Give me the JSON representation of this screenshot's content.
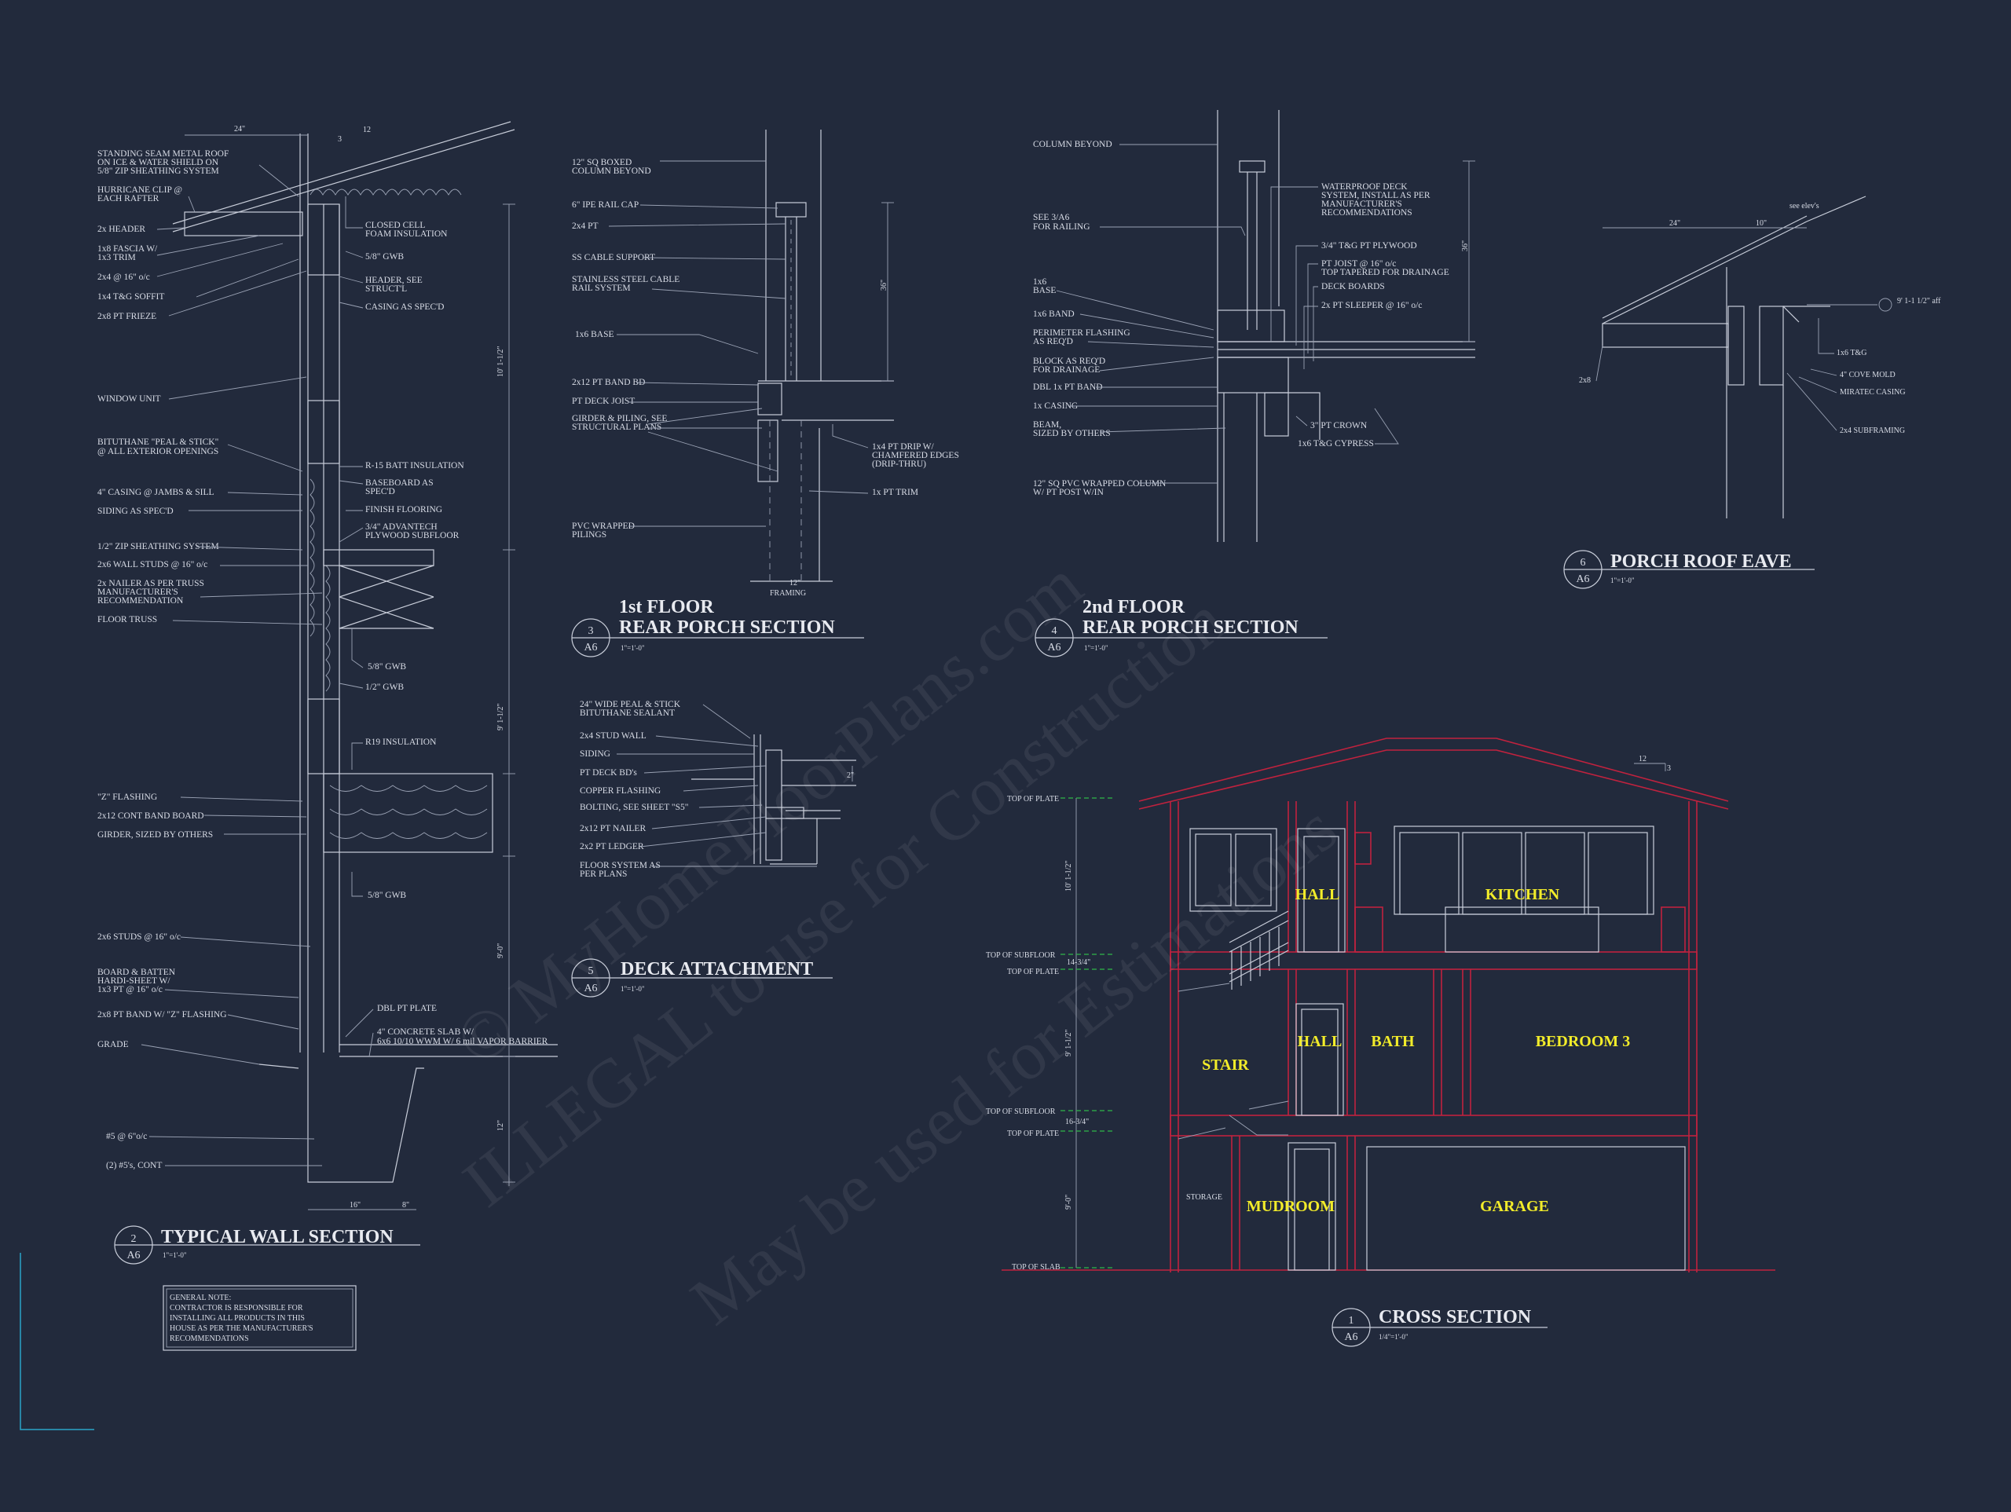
{
  "watermark": {
    "lines": [
      "© MyHomeFloorPlans.com",
      "ILLEGAL to use for Construction",
      "May be used for Estimations"
    ]
  },
  "details": {
    "wall_section": {
      "number": "2",
      "sheet": "A6",
      "title": "TYPICAL WALL SECTION",
      "scale": "1\"=1'-0\"",
      "labels_left": [
        "STANDING SEAM METAL ROOF",
        "ON ICE & WATER SHIELD ON",
        "5/8\" ZIP SHEATHING SYSTEM",
        "HURRICANE CLIP @",
        "EACH RAFTER",
        "2x HEADER",
        "1x8 FASCIA W/",
        "1x3 TRIM",
        "2x4 @ 16\" o/c",
        "1x4 T&G SOFFIT",
        "2x8 PT FRIEZE",
        "WINDOW UNIT",
        "BITUTHANE \"PEAL & STICK\"",
        "@ ALL EXTERIOR OPENINGS",
        "4\" CASING @ JAMBS & SILL",
        "SIDING AS SPEC'D",
        "1/2\" ZIP SHEATHING SYSTEM",
        "2x6 WALL STUDS @ 16\" o/c",
        "2x NAILER AS PER TRUSS",
        "MANUFACTURER'S",
        "RECOMMENDATION",
        "FLOOR TRUSS",
        "\"Z\" FLASHING",
        "2x12 CONT BAND BOARD",
        "GIRDER, SIZED BY OTHERS",
        "2x6 STUDS @ 16\" o/c",
        "BOARD & BATTEN",
        "HARDI-SHEET W/",
        "1x3 PT @ 16\" o/c",
        "2x8 PT BAND W/ \"Z\" FLASHING",
        "GRADE",
        "#5 @ 6\"o/c",
        "(2) #5's, CONT"
      ],
      "labels_right": [
        "CLOSED CELL",
        "FOAM INSULATION",
        "5/8\" GWB",
        "HEADER, SEE",
        "STRUCT'L",
        "CASING AS SPEC'D",
        "R-15 BATT INSULATION",
        "BASEBOARD AS",
        "SPEC'D",
        "FINISH FLOORING",
        "3/4\" ADVANTECH",
        "PLYWOOD SUBFLOOR",
        "5/8\" GWB",
        "1/2\" GWB",
        "R19 INSULATION",
        "5/8\" GWB",
        "DBL PT PLATE",
        "4\" CONCRETE SLAB W/",
        "6x6 10/10 WWM W/ 6 mil VAPOR BARRIER"
      ],
      "dims": [
        "24\"",
        "12",
        "3",
        "10' 1-1/2\"",
        "9' 1-1/2\"",
        "9'-0\"",
        "12\"",
        "16\"",
        "8\""
      ]
    },
    "porch_1st": {
      "number": "3",
      "sheet": "A6",
      "title_line1": "1st FLOOR",
      "title_line2": "REAR PORCH SECTION",
      "scale": "1\"=1'-0\"",
      "labels": [
        "12\" SQ BOXED",
        "COLUMN BEYOND",
        "6\" IPE RAIL CAP",
        "2x4 PT",
        "SS CABLE SUPPORT",
        "STAINLESS STEEL CABLE",
        "RAIL SYSTEM",
        "1x6 BASE",
        "2x12 PT BAND BD",
        "PT DECK JOIST",
        "GIRDER & PILING, SEE",
        "STRUCTURAL PLANS",
        "1x4 PT DRIP W/",
        "CHAMFERED EDGES",
        "(DRIP-THRU)",
        "1x PT TRIM",
        "PVC WRAPPED",
        "PILINGS"
      ],
      "dims": [
        "36\"",
        "12\"",
        "FRAMING"
      ]
    },
    "porch_2nd": {
      "number": "4",
      "sheet": "A6",
      "title_line1": "2nd FLOOR",
      "title_line2": "REAR PORCH SECTION",
      "scale": "1\"=1'-0\"",
      "labels_left": [
        "COLUMN BEYOND",
        "SEE 3/A6",
        "FOR RAILING",
        "1x6",
        "BASE",
        "1x6 BAND",
        "PERIMETER FLASHING",
        "AS REQ'D",
        "BLOCK AS REQ'D",
        "FOR DRAINAGE",
        "DBL 1x PT BAND",
        "1x CASING",
        "BEAM,",
        "SIZED BY OTHERS",
        "12\" SQ PVC WRAPPED COLUMN",
        "W/ PT POST W/IN"
      ],
      "labels_right": [
        "WATERPROOF DECK",
        "SYSTEM, INSTALL AS PER",
        "MANUFACTURER'S",
        "RECOMMENDATIONS",
        "3/4\" T&G PT PLYWOOD",
        "PT JOIST @ 16\" o/c",
        "TOP TAPERED FOR DRAINAGE",
        "DECK BOARDS",
        "2x PT SLEEPER @ 16\" o/c",
        "3\" PT CROWN",
        "1x6 T&G CYPRESS"
      ],
      "dims": [
        "36\""
      ]
    },
    "deck_attachment": {
      "number": "5",
      "sheet": "A6",
      "title": "DECK ATTACHMENT",
      "scale": "1\"=1'-0\"",
      "labels": [
        "24\" WIDE PEAL & STICK",
        "BITUTHANE SEALANT",
        "2x4 STUD WALL",
        "SIDING",
        "PT DECK BD's",
        "COPPER FLASHING",
        "BOLTING, SEE SHEET \"S5\"",
        "2x12 PT NAILER",
        "2x2 PT LEDGER",
        "FLOOR SYSTEM AS",
        "PER PLANS"
      ],
      "dims": [
        "2\""
      ]
    },
    "porch_eave": {
      "number": "6",
      "sheet": "A6",
      "title": "PORCH ROOF EAVE",
      "scale": "1\"=1'-0\"",
      "labels": [
        "see elev's",
        "9' 1-1 1/2\" aff",
        "1x6 T&G",
        "4\" COVE MOLD",
        "MIRATEC CASING",
        "2x4 SUBFRAMING",
        "2x8"
      ],
      "dims": [
        "24\"",
        "10\""
      ]
    },
    "cross_section": {
      "number": "1",
      "sheet": "A6",
      "title": "CROSS SECTION",
      "scale": "1/4\"=1'-0\"",
      "levels": [
        "TOP OF PLATE",
        "TOP OF SUBFLOOR",
        "TOP OF PLATE",
        "TOP OF SUBFLOOR",
        "TOP OF PLATE",
        "TOP OF SLAB"
      ],
      "level_dims": [
        "10' 1-1/2\"",
        "14-3/4\"",
        "9' 1-1/2\"",
        "16-3/4\"",
        "9'-0\""
      ],
      "roof_pitch": [
        "12",
        "3"
      ],
      "rooms": [
        "HALL",
        "KITCHEN",
        "STAIR",
        "HALL",
        "BATH",
        "BEDROOM 3",
        "STORAGE",
        "MUDROOM",
        "GARAGE"
      ]
    }
  },
  "general_note": {
    "title": "GENERAL NOTE:",
    "lines": [
      "CONTRACTOR IS RESPONSIBLE FOR",
      "INSTALLING ALL PRODUCTS IN THIS",
      "HOUSE AS PER THE MANUFACTURER'S",
      "RECOMMENDATIONS"
    ]
  },
  "colors": {
    "background": "#222a3c",
    "linework": "#c9ceda",
    "section_cut": "#c0223e",
    "room_labels": "#f2ec2a",
    "level_markers": "#2fb84a"
  }
}
